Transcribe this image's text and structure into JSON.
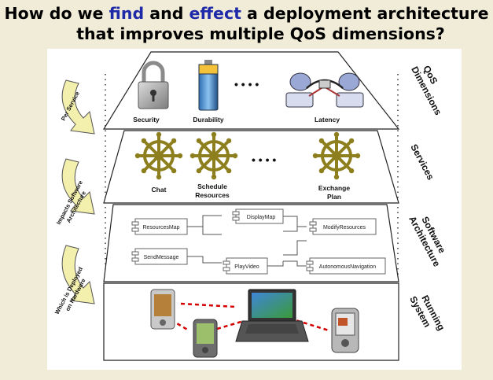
{
  "title": {
    "line1_part1": "How do we ",
    "line1_find": "find",
    "line1_and": " and ",
    "line1_effect": "effect",
    "line1_rest": " a deployment architecture",
    "line2": "that improves multiple QoS dimensions?"
  },
  "layers": {
    "qos": {
      "side_label_1": "QoS",
      "side_label_2": "Dimensions",
      "items": [
        "Security",
        "Durability",
        "Latency"
      ],
      "icons": [
        "padlock-icon",
        "battery-icon",
        "network-cable-icon"
      ]
    },
    "services": {
      "side_label": "Services",
      "items": [
        {
          "line1": "Chat",
          "line2": ""
        },
        {
          "line1": "Schedule",
          "line2": "Resources"
        },
        {
          "line1": "Exchange",
          "line2": "Plan"
        }
      ],
      "icon": "ships-wheel-icon"
    },
    "software": {
      "side_label_1": "Software",
      "side_label_2": "Architecture",
      "components": [
        "ResourcesMap",
        "DisplayMap",
        "ModifyResources",
        "SendMessage",
        "PlayVideo",
        "AutonomousNavigation"
      ]
    },
    "running": {
      "side_label_1": "Running",
      "side_label_2": "System",
      "devices": [
        "pda-icon",
        "handheld-icon",
        "laptop-icon",
        "ipaq-icon"
      ]
    }
  },
  "arrows": [
    {
      "line1": "Per Service",
      "line2": ""
    },
    {
      "line1": "Impacts Software",
      "line2": "Architecture"
    },
    {
      "line1": "Which is Deployed",
      "line2": "on Hardware"
    }
  ],
  "colors": {
    "title_highlight": "#1f2aa8",
    "arrow_fill": "#f3efad",
    "wheel": "#8e7f1e",
    "link": "#d40000"
  },
  "ellipsis": "• • • •"
}
